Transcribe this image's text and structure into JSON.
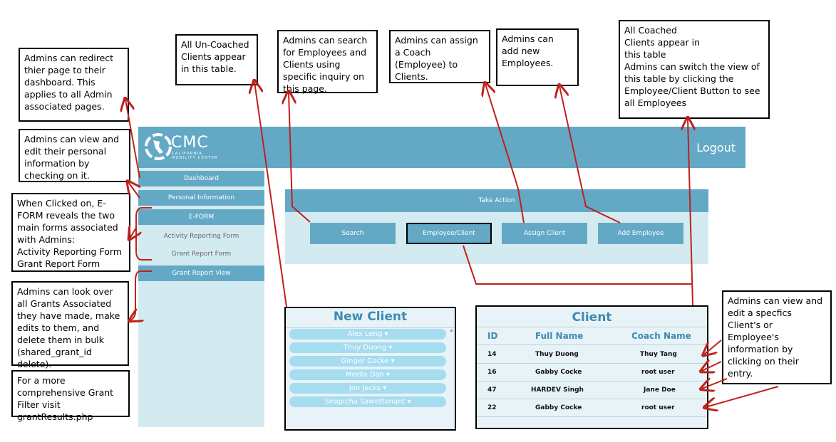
{
  "header": {
    "logo_main": "CMC",
    "logo_sub1": "CALIFORNIA",
    "logo_sub2": "MOBILITY CENTER",
    "logout_label": "Logout"
  },
  "sidebar": {
    "items": [
      {
        "label": "Dashboard"
      },
      {
        "label": "Personal Information"
      },
      {
        "label": "E-FORM"
      },
      {
        "label": "Activity Reporting Form"
      },
      {
        "label": "Grant Report Form"
      },
      {
        "label": "Grant Report View"
      }
    ]
  },
  "take_action": {
    "title": "Take Action",
    "buttons": [
      {
        "label": "Search"
      },
      {
        "label": "Employee/Client"
      },
      {
        "label": "Assign Client"
      },
      {
        "label": "Add Employee"
      }
    ]
  },
  "new_client": {
    "title": "New Client",
    "items": [
      "Alex Leng ▾",
      "Thuy Duong ▾",
      "Ginger Cocke ▾",
      "Merlla Dan ▾",
      "Jon Jacks ▾",
      "Sirapicha Sawettanant ▾"
    ]
  },
  "client_table": {
    "title": "Client",
    "headers": [
      "ID",
      "Full Name",
      "Coach Name"
    ],
    "rows": [
      [
        "14",
        "Thuy Duong",
        "Thuy Tang"
      ],
      [
        "16",
        "Gabby Cocke",
        "root user"
      ],
      [
        "47",
        "HARDEV Singh",
        "Jane Doe"
      ],
      [
        "22",
        "Gabby Cocke",
        "root user"
      ]
    ]
  },
  "notes": {
    "dashboard": "Admins can redirect thier page to their dashboard. This applies to all Admin associated pages.",
    "personal": "Admins can view and edit their personal information by checking on it.",
    "eform": "When Clicked on, E-FORM reveals the two main forms associated with Admins:\nActivity Reporting Form\nGrant Report Form",
    "grants": "Admins can look over all Grants Associated they have made, make edits to them, and delete them in bulk (shared_grant_id delete).",
    "filter": "For a more comprehensive Grant Filter visit grantResults.php",
    "uncoached": "All Un-Coached Clients appear in this table.",
    "search": "Admins can search for Employees and Clients using specific inquiry on this page.",
    "assign": "Admins can assign a Coach (Employee) to Clients.",
    "add": "Admins can add new\nEmployees.",
    "coached": "All Coached\nClients appear in\nthis table\nAdmins can switch the view of this table by clicking the Employee/Client Button to see all Employees",
    "edit": "Admins can view and edit a specfics Client's or Employee's information by clicking on their entry."
  },
  "colors": {
    "accent": "#63a9c6",
    "panel": "#d3eaf1",
    "annotation": "#c0201a"
  }
}
